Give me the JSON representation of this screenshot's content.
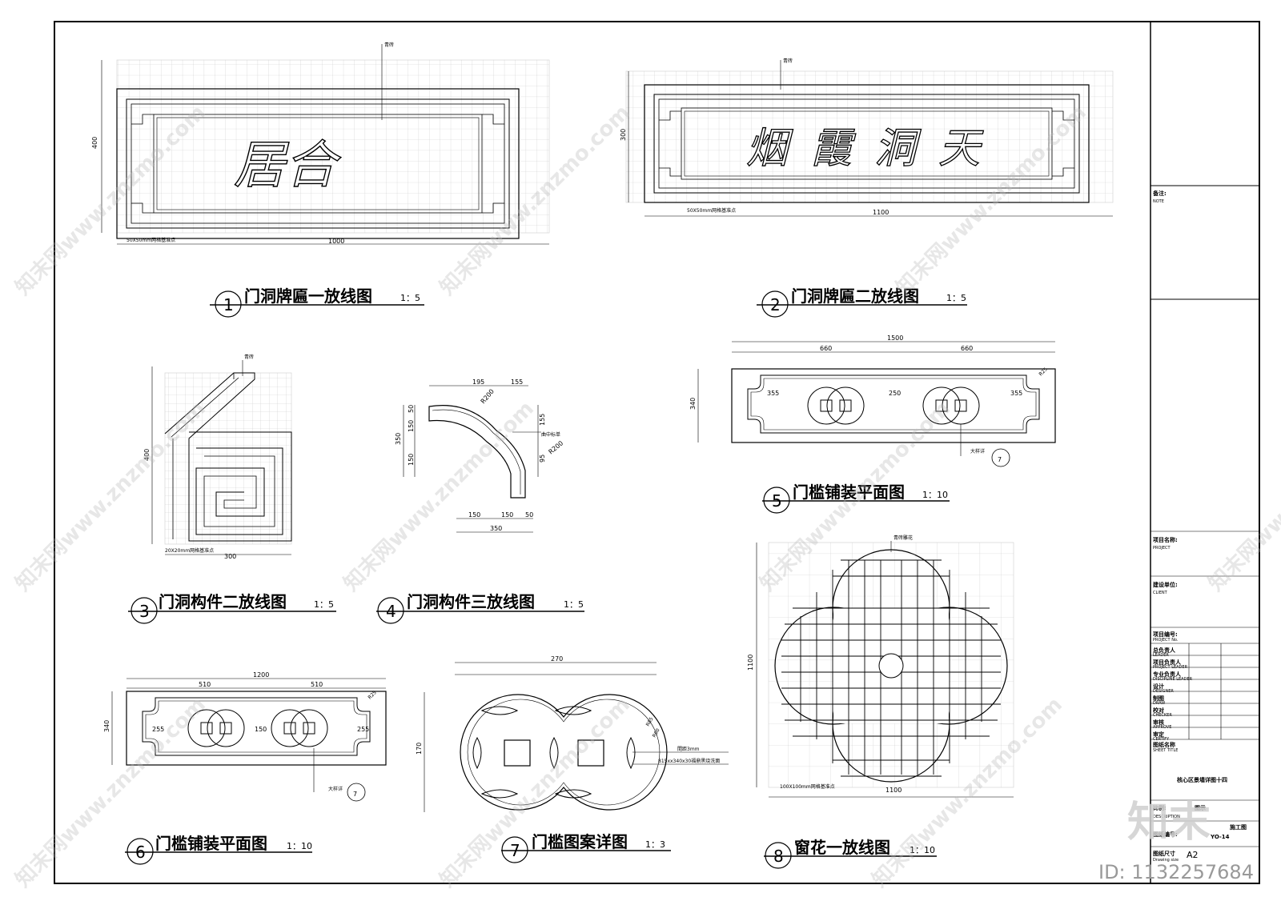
{
  "drawings": [
    {
      "num": "1",
      "title": "门洞牌匾一放线图",
      "scale": "1：5",
      "text": "居合",
      "callout": "青砖",
      "grid_note": "50X50mm网格基准点",
      "dim_w": "1000",
      "dim_h": "400"
    },
    {
      "num": "2",
      "title": "门洞牌匾二放线图",
      "scale": "1：5",
      "text": "烟霞洞天",
      "callout": "青砖",
      "grid_note": "50X50mm网格基准点",
      "dim_w": "1100",
      "dim_h": "300"
    },
    {
      "num": "3",
      "title": "门洞构件二放线图",
      "scale": "1：5",
      "callout": "青砖",
      "grid_note": "20X20mm网格基准点",
      "dim_w": "300",
      "dim_h": "400"
    },
    {
      "num": "4",
      "title": "门洞构件三放线图",
      "scale": "1：5",
      "callout": "曲中标单",
      "d1": "195",
      "d2": "155",
      "r1": "R200",
      "r2": "R200",
      "h1": "350",
      "h2": "150",
      "h3": "150",
      "h4": "50",
      "h5": "155",
      "h6": "95",
      "w1": "150",
      "w2": "150",
      "w3": "50",
      "w4": "350"
    },
    {
      "num": "5",
      "title": "门槛铺装平面图",
      "scale": "1：10",
      "callout": "大样详",
      "ref": "7",
      "total": "1500",
      "a": "660",
      "b": "660",
      "c": "355",
      "d": "250",
      "e": "355",
      "h": "340",
      "r": "R25"
    },
    {
      "num": "6",
      "title": "门槛铺装平面图",
      "scale": "1：10",
      "callout": "大样详",
      "ref": "7",
      "total": "1200",
      "a": "510",
      "b": "510",
      "c": "255",
      "d": "150",
      "e": "255",
      "h": "340",
      "r": "R25"
    },
    {
      "num": "7",
      "title": "门槛图案详图",
      "scale": "1：3",
      "total": "270",
      "h": "170",
      "r1": "R85",
      "r2": "R60",
      "note1": "間距3mm",
      "note2": "815xx340x30福鼎黑烧洗面"
    },
    {
      "num": "8",
      "title": "窗花一放线图",
      "scale": "1：10",
      "callout": "青砖雕花",
      "grid_note": "100X100mm网格基准点",
      "dim_w": "1100",
      "dim_h": "1100"
    }
  ],
  "titleblock": {
    "note_label": "备注:",
    "note_en": "NOTE",
    "project_label": "项目名称:",
    "project_en": "PROJECT",
    "client_label": "建设单位:",
    "client_en": "CLIENT",
    "no_label": "项目编号:",
    "no_en": "PROJECT No.",
    "roles": [
      {
        "cn": "总负责人",
        "en": "LEADER"
      },
      {
        "cn": "项目负责人",
        "en": "PROJECT LEADER"
      },
      {
        "cn": "专业负责人",
        "en": "DISCIPLINE LEADER"
      },
      {
        "cn": "设计",
        "en": "DESIGNER"
      },
      {
        "cn": "制图",
        "en": "DRAW"
      },
      {
        "cn": "校对",
        "en": "CHECKER"
      },
      {
        "cn": "审核",
        "en": "APPROVE"
      },
      {
        "cn": "审定",
        "en": "CERTIFY"
      }
    ],
    "sheet_label": "图纸名称",
    "sheet_en": "SHEET TITLE",
    "sheet_title": "核心区景墙详图十四",
    "scale_label": "比例:",
    "scale_value": "图示",
    "desc_label": "DESCRIPTION",
    "stage": "施工图",
    "drawno_label": "图纸编号:",
    "drawno_value": "YO-14",
    "size_label": "图纸尺寸",
    "size_en": "Drawing size",
    "size_value": "A2"
  },
  "watermark": {
    "brand": "知末",
    "site": "知末网www.znzmo.com",
    "id": "ID: 1132257684"
  }
}
